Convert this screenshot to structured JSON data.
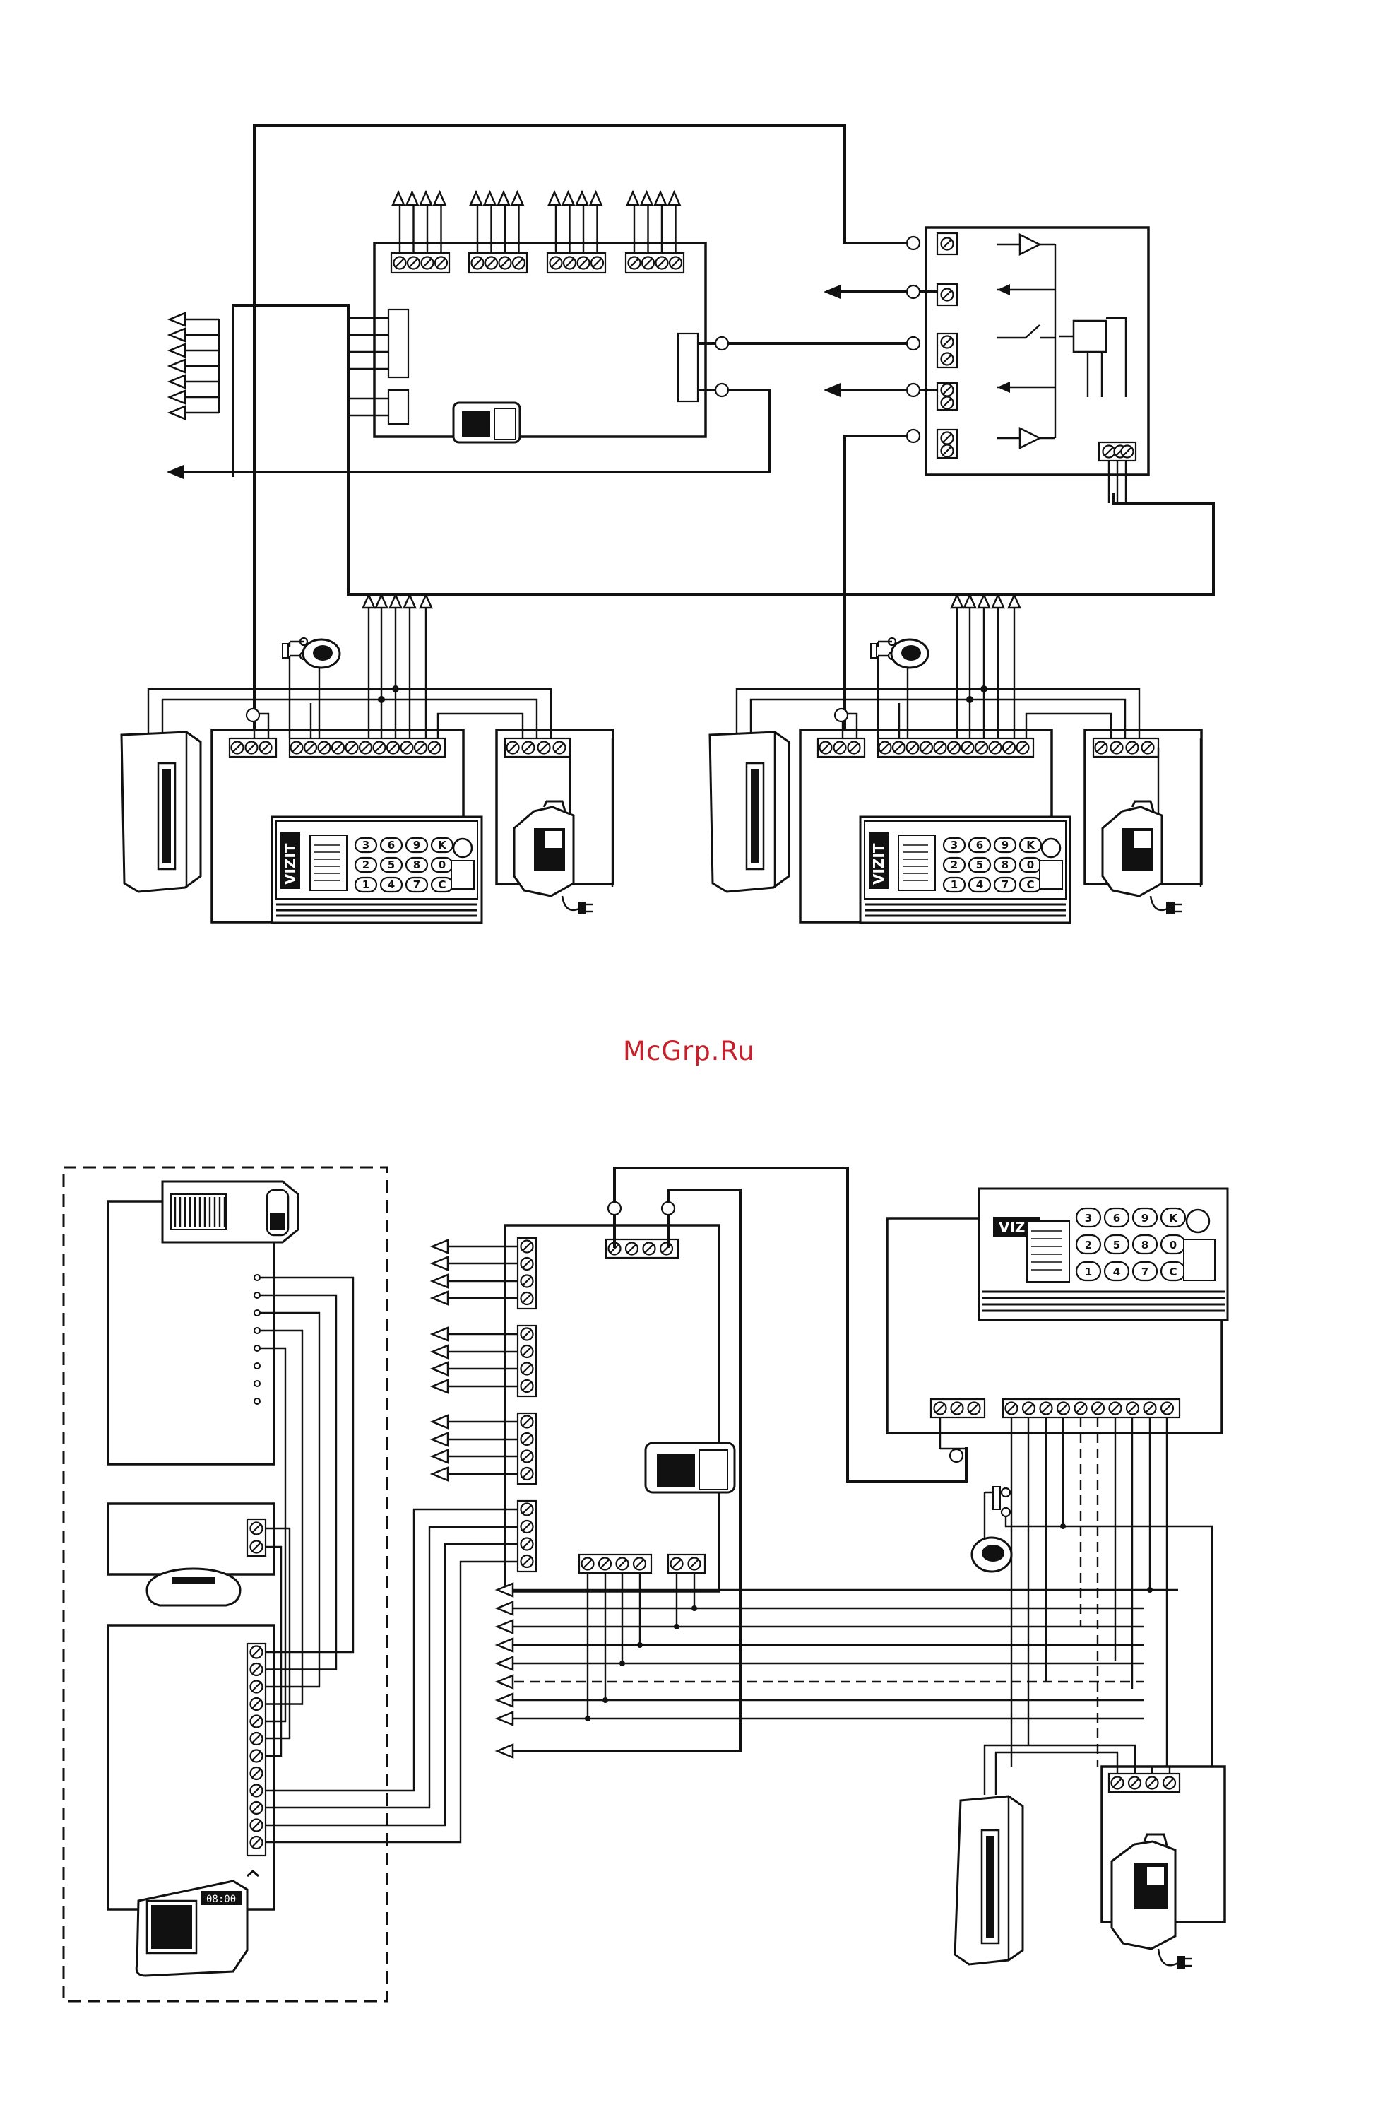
{
  "watermark": {
    "text": "McGrp.Ru",
    "color": "#c8202a"
  },
  "panel_brand": "VIZIT",
  "keypad_keys": [
    "3",
    "6",
    "9",
    "K",
    "2",
    "5",
    "8",
    "0",
    "1",
    "4",
    "7",
    "C"
  ],
  "handset_display": "08:00",
  "colors": {
    "line": "#111111",
    "background": "#ffffff",
    "watermark": "#c8202a"
  },
  "icons": [
    "terminal-block-icon",
    "relay-icon",
    "amplifier-icon",
    "arrow-left-icon",
    "arrow-up-icon",
    "push-button-icon",
    "mag-lock-icon",
    "power-supply-icon",
    "call-panel-icon",
    "camera-icon",
    "monitor-icon",
    "plug-icon"
  ]
}
